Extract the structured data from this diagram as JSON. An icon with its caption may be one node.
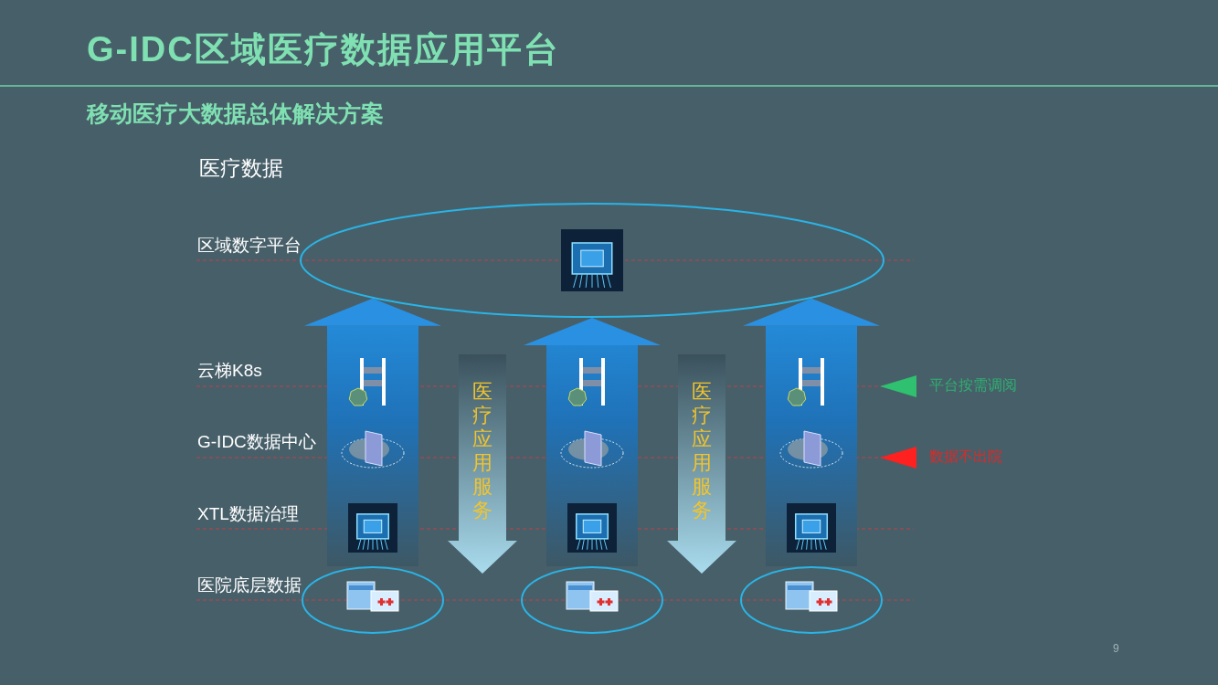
{
  "diagram": {
    "title": "G-IDC区域医疗数据应用平台",
    "nodes": [
      {
        "text": [],
        "shape": "ellipse"
      },
      {
        "text": [],
        "shape": "ellipse"
      },
      {
        "text": [],
        "shape": "ellipse"
      },
      {
        "text": [],
        "shape": "ellipse"
      },
      {
        "text": [
          "医疗应用服务"
        ]
      },
      {
        "text": [
          "医疗应用服务"
        ]
      }
    ],
    "edges": [
      {
        "from": 1,
        "to": 0,
        "arrow": "to",
        "style": "thick"
      },
      {
        "from": 2,
        "to": 0,
        "arrow": "to",
        "style": "thick"
      },
      {
        "from": 3,
        "to": 0,
        "arrow": "to",
        "style": "thick"
      }
    ],
    "labels": [
      "移动医疗大数据总体解决方案",
      "医疗数据",
      "区域数字平台",
      "云梯K8s",
      "G-IDC数据中心",
      "XTL数据治理",
      "医院底层数据",
      "平台按需调阅",
      "数据不出院",
      "9"
    ]
  }
}
